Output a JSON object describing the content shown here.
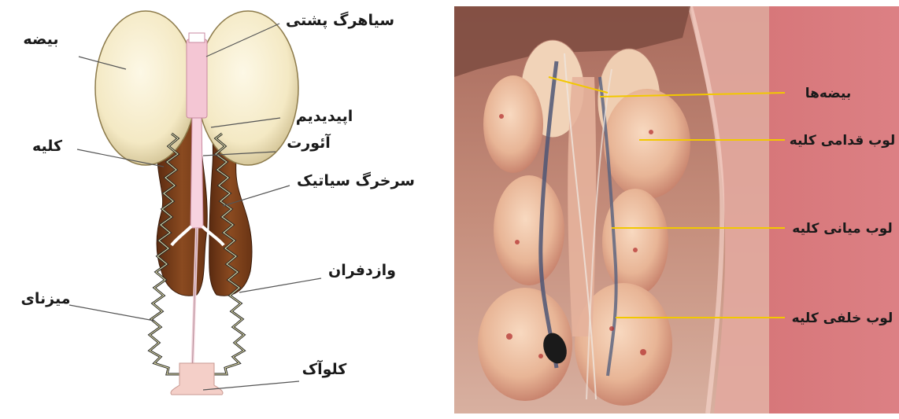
{
  "diagram": {
    "labels": {
      "testis": "بیضه",
      "vena_cava": "سیاهرگ پشتی",
      "epididymis": "اپیدیدیم",
      "aorta": "آئورت",
      "kidney": "کلیه",
      "sciatic_artery": "سرخرگ سیاتیک",
      "vas_deferens": "وازدفران",
      "ureter": "میزنای",
      "cloaca": "کلوآک"
    }
  },
  "photo": {
    "labels": {
      "testes": "بیضه‌ها",
      "anterior_lobe": "لوب قدامی کلیه",
      "middle_lobe": "لوب میانی کلیه",
      "posterior_lobe": "لوب خلفی کلیه"
    },
    "colors": {
      "band": "#d9787a",
      "pointer": "#f2c800"
    }
  }
}
